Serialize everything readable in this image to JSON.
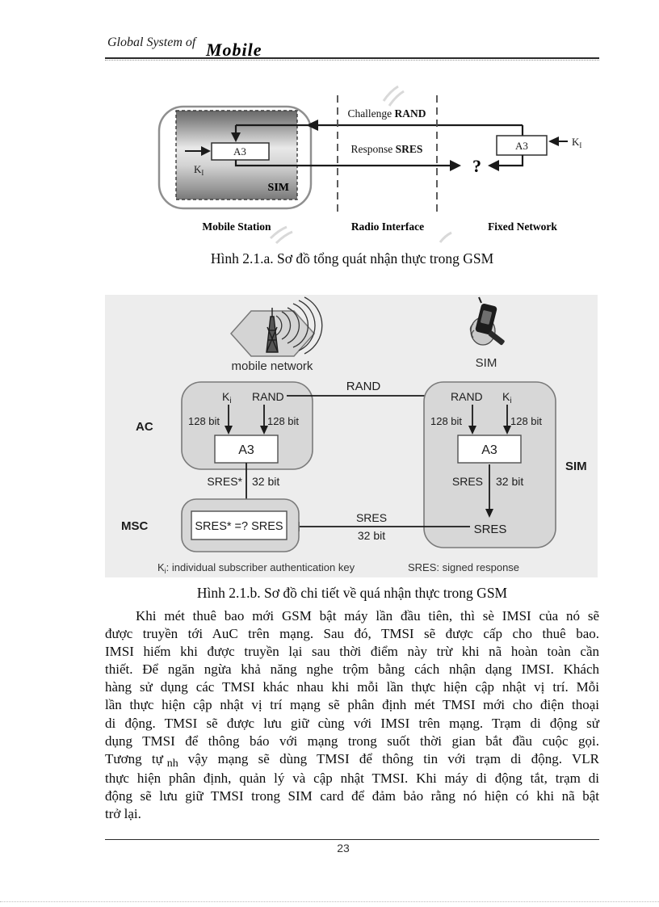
{
  "header": {
    "title_prefix": "Global System of",
    "title_suffix": "Mobile"
  },
  "fig1": {
    "challenge_normal": "Challenge ",
    "challenge_bold": "RAND",
    "response_normal": "Response ",
    "response_bold": "SRES",
    "a3_left": "A3",
    "a3_right": "A3",
    "k_base": "K",
    "k_sub": "I",
    "sim": "SIM",
    "question": "?",
    "col_mobile": "Mobile Station",
    "col_radio": "Radio Interface",
    "col_fixed": "Fixed Network",
    "caption": "Hình 2.1.a. Sơ đồ tổng quát nhận thực trong GSM"
  },
  "fig2": {
    "mobile_network_label": "mobile network",
    "sim_icon_label": "SIM",
    "ac_label": "AC",
    "msc_label": "MSC",
    "sim_side_label": "SIM",
    "left": {
      "k": "K",
      "k_sub": "i",
      "rand": "RAND",
      "bit_left": "128 bit",
      "bit_right": "128 bit",
      "a3": "A3",
      "sres": "SRES*",
      "bits32": "32 bit"
    },
    "right": {
      "k": "K",
      "k_sub": "i",
      "rand": "RAND",
      "bit_left": "128 bit",
      "bit_right": "128 bit",
      "a3": "A3",
      "sres": "SRES",
      "bits32": "32 bit",
      "sres_out": "SRES"
    },
    "rand_transfer": "RAND",
    "sres_transfer_top": "SRES",
    "sres_transfer_bottom": "32 bit",
    "compare": "SRES* =? SRES",
    "legend_k": "K",
    "legend_k_sub": "i",
    "legend_k_rest": ": individual subscriber authentication key",
    "legend_sres": "SRES: signed response",
    "caption": "Hình 2.1.b. Sơ đồ chi tiết về quá nhận thực trong GSM"
  },
  "body": {
    "lines": [
      "Khi mét thuê bao mới GSM bật máy lần đầu tiên, thì sè IMSI của nó sẽ",
      "được truyền tới AuC trên mạng. Sau đó, TMSI sẽ được cấp cho thuê bao.",
      "IMSI hiếm khi được truyền lại sau thời điểm này trừ khi nã hoàn toàn cần",
      "thiết. Để ngăn ngừa khả năng nghe trộm bằng cách nhận dạng IMSI. Khách",
      "hàng sử dụng các TMSI khác nhau khi mỗi lần thực hiện cập nhật vị trí. Mỗi",
      "lần thực hiện cập nhật vị trí mạng sẽ phân định mét TMSI mới cho điện thoại",
      "di động. TMSI sẽ được lưu giữ cùng với IMSI trên mạng. Trạm di động sử",
      "dụng TMSI để thông báo với mạng trong suốt thời gian bắt đầu cuộc gọi.",
      "thực hiện phân định, quản lý và cập nhật TMSI. Khi máy di động tắt, trạm di",
      "động sẽ lưu giữ TMSI trong SIM card để đảm bảo rằng nó hiện có khi nã bật",
      "trở lại."
    ],
    "line9": {
      "before": "Tương tự",
      "sub": "nh",
      "after": "vậy mạng sẽ dùng TMSI để thông tin với trạm di động. VLR"
    }
  },
  "footer": {
    "page_number": "23"
  },
  "colors": {
    "panel_bg": "#ededed",
    "box_fill": "#d7d7d7",
    "box_border": "#7a7a7a",
    "line": "#1a1a1a"
  }
}
